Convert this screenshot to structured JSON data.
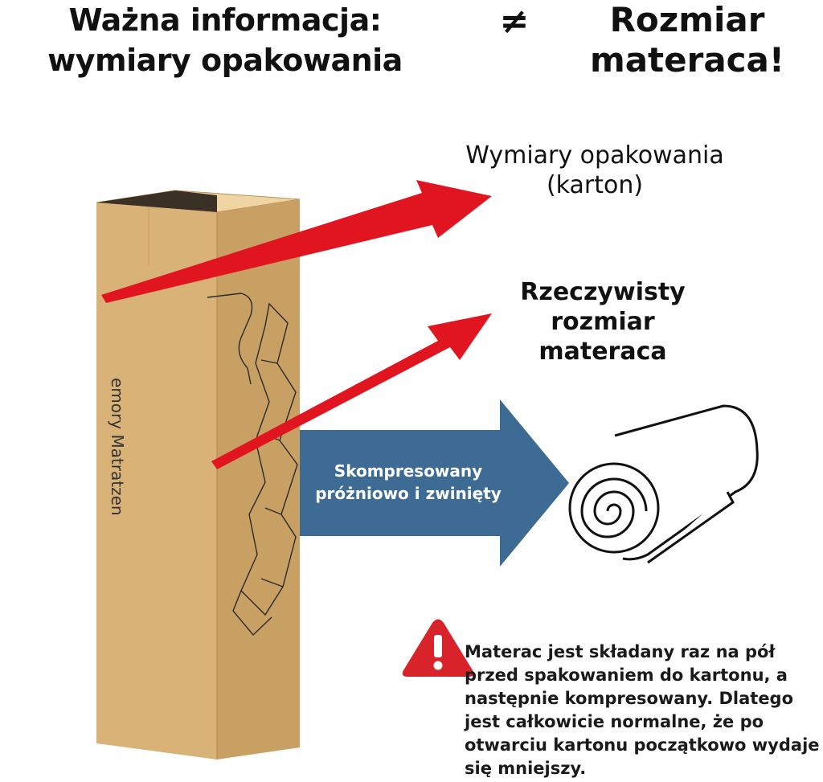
{
  "header": {
    "left": "Ważna informacja: wymiary opakowania",
    "symbol": "≠",
    "right": "Rozmiar materaca!"
  },
  "labels": {
    "packaging": "Wymiary opakowania (karton)",
    "actual": "Rzeczywisty rozmiar materaca",
    "compressed": "Skompresowany próżniowo i zwinięty"
  },
  "box_brand": "emory Matratzen",
  "warning": {
    "icon": "warning-triangle-icon",
    "text": "Materac jest składany raz na pół przed spakowaniem do kartonu, a następnie kompresowany. Dlatego jest całkowicie normalne, że po otwarciu kartonu początkowo wydaje się mniejszy."
  },
  "colors": {
    "arrow_red": "#e0151f",
    "arrow_blue": "#3d6b94",
    "box": "#d8b27a",
    "warning_red": "#d9232a"
  }
}
